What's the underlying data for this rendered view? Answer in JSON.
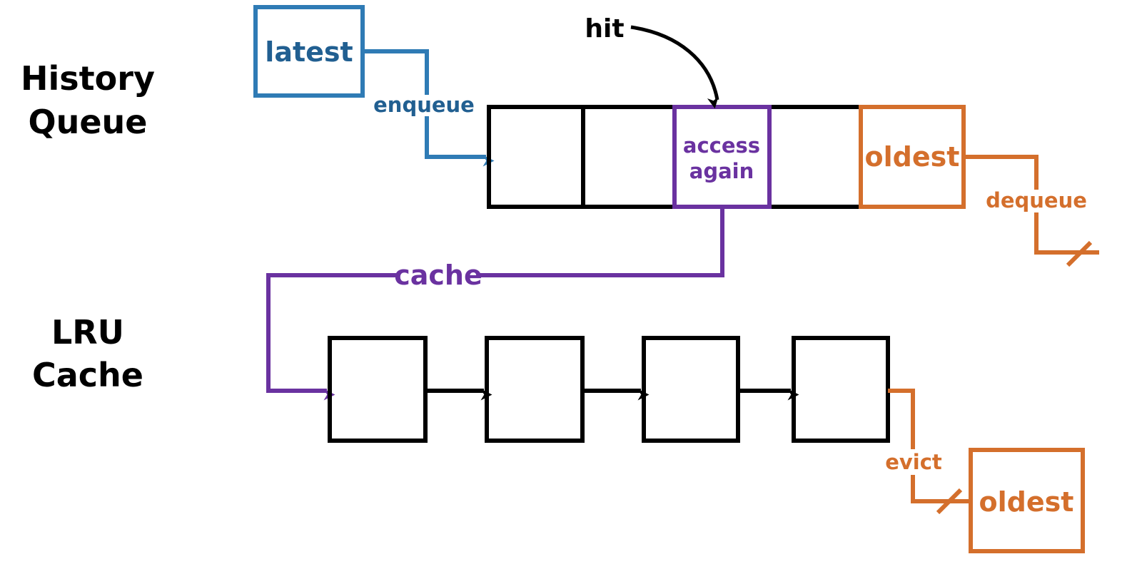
{
  "sections": {
    "history": [
      "History",
      "Queue"
    ],
    "lru": [
      "LRU",
      "Cache"
    ]
  },
  "history_queue": {
    "latest_label": "latest",
    "enqueue_label": "enqueue",
    "hit_label": "hit",
    "access_label": [
      "access",
      "again"
    ],
    "oldest_label": "oldest",
    "dequeue_label": "dequeue"
  },
  "cache_flow": {
    "cache_label": "cache"
  },
  "lru_cache": {
    "evict_label": "evict",
    "oldest_label": "oldest"
  },
  "colors": {
    "black": "#000000",
    "blue": "#2f7bb5",
    "blue_text": "#215f91",
    "purple": "#6a32a0",
    "orange": "#d46f2c"
  }
}
